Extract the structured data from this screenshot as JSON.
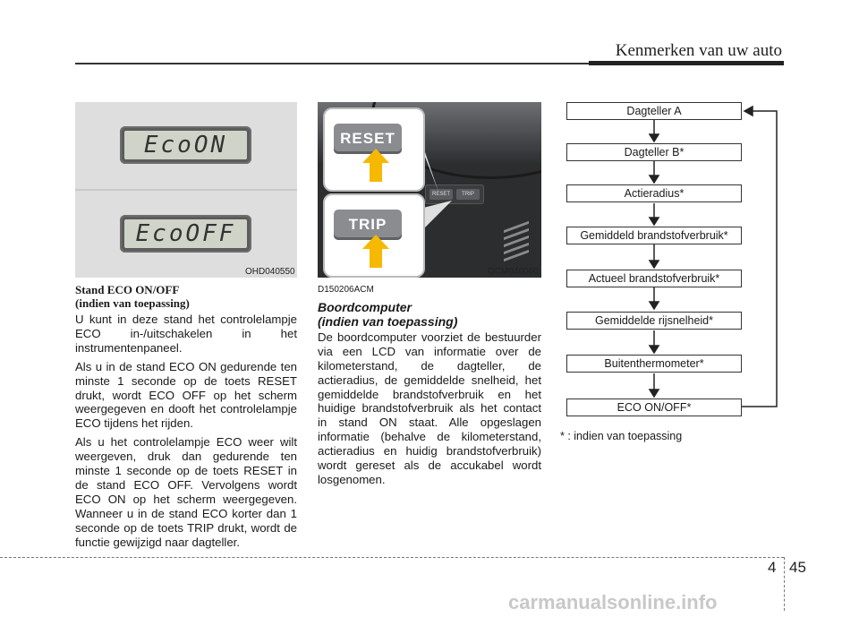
{
  "header": {
    "title": "Kenmerken van uw auto"
  },
  "figure_eco": {
    "code": "OHD040550",
    "lcd_on": "EcoON",
    "lcd_off": "EcoOFF"
  },
  "figure_trip": {
    "code": "OCM040060",
    "reset_label": "RESET",
    "trip_label": "TRIP",
    "small_reset": "RESET",
    "small_trip": "TRIP"
  },
  "col1": {
    "title_line1": "Stand ECO ON/OFF",
    "title_line2": "(indien van toepassing)",
    "paragraphs": [
      "U kunt in deze stand het controlelampje ECO in-/uitschakelen in het instrumentenpaneel.",
      "Als u in de stand ECO ON gedurende ten minste 1 seconde op de toets RESET drukt, wordt ECO OFF op het scherm weergegeven en dooft het controlelampje ECO tijdens het rijden.",
      "Als u het controlelampje ECO weer wilt weergeven, druk dan gedurende ten minste 1 seconde op de toets RESET in de stand ECO OFF. Vervolgens wordt ECO ON op het scherm weergegeven. Wanneer u in de stand ECO korter dan 1 seconde op de toets TRIP drukt, wordt de functie gewijzigd naar dagteller."
    ]
  },
  "col2": {
    "code": "D150206ACM",
    "title_line1": "Boordcomputer",
    "title_line2": "(indien van toepassing)",
    "paragraph": "De boordcomputer voorziet de bestuurder via een LCD van informatie over de kilometerstand, de dagteller, de actieradius, de gemiddelde snelheid, het gemiddelde brandstofverbruik en het huidige brandstofverbruik als het contact in stand ON staat. Alle opgeslagen informatie (behalve de kilometerstand, actieradius en huidig brandstofverbruik) wordt gereset als de accukabel wordt losgenomen."
  },
  "flow": {
    "items": [
      "Dagteller A",
      "Dagteller B*",
      "Actieradius*",
      "Gemiddeld brandstofverbruik*",
      "Actueel brandstofverbruik*",
      "Gemiddelde rijsnelheid*",
      "Buitenthermometer*",
      "ECO ON/OFF*"
    ],
    "footnote": "* : indien van toepassing"
  },
  "page": {
    "chapter": "4",
    "number": "45"
  },
  "watermark": "carmanualsonline.info",
  "colors": {
    "arrow": "#f6b800",
    "reset_btn": "#8a8c90",
    "trip_btn": "#8a8c90"
  }
}
